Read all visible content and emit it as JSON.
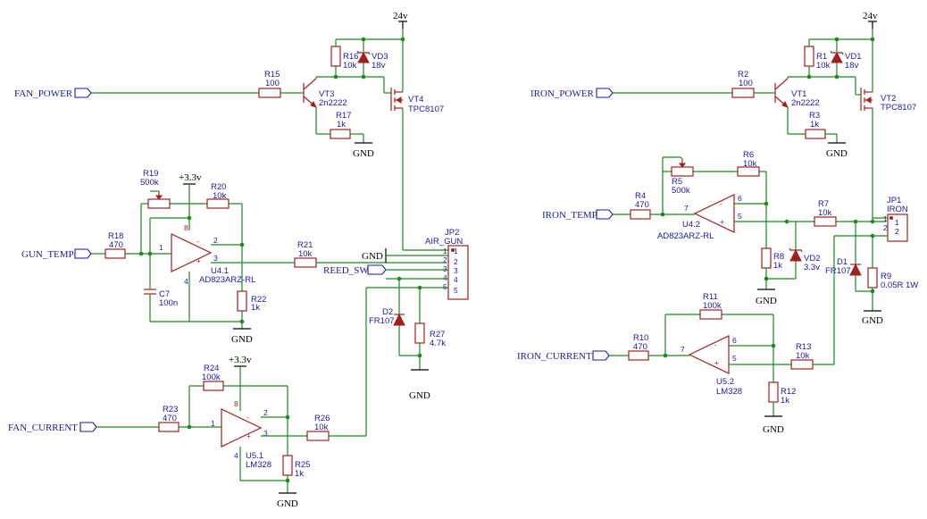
{
  "nets": {
    "fan_power": "FAN_POWER",
    "gun_temp": "GUN_TEMP",
    "fan_current": "FAN_CURRENT",
    "reed_sw": "REED_SW",
    "iron_power": "IRON_POWER",
    "iron_temp": "IRON_TEMP",
    "iron_current": "IRON_CURRENT"
  },
  "power": {
    "v24": "24v",
    "v33": "+3.3v",
    "gnd": "GND"
  },
  "parts": {
    "R15": {
      "ref": "R15",
      "value": "100"
    },
    "R16": {
      "ref": "R16",
      "value": "10k"
    },
    "VD3": {
      "ref": "VD3",
      "value": "18v"
    },
    "VT3": {
      "ref": "VT3",
      "value": "2n2222"
    },
    "VT4": {
      "ref": "VT4",
      "value": "TPC8107"
    },
    "R17": {
      "ref": "R17",
      "value": "1k"
    },
    "R19": {
      "ref": "R19",
      "value": "500k"
    },
    "R20": {
      "ref": "R20",
      "value": "10k"
    },
    "R18": {
      "ref": "R18",
      "value": "470"
    },
    "U41": {
      "ref": "U4.1",
      "value": "AD823ARZ-RL"
    },
    "C7": {
      "ref": "C7",
      "value": "100n"
    },
    "R21": {
      "ref": "R21",
      "value": "10k"
    },
    "R22": {
      "ref": "R22",
      "value": "1k"
    },
    "JP2": {
      "ref": "JP2",
      "value": "AIR_GUN"
    },
    "D2": {
      "ref": "D2",
      "value": "FR107"
    },
    "R27": {
      "ref": "R27",
      "value": "4.7k"
    },
    "R24": {
      "ref": "R24",
      "value": "100k"
    },
    "R23": {
      "ref": "R23",
      "value": "470"
    },
    "U51": {
      "ref": "U5.1",
      "value": "LM328"
    },
    "R26": {
      "ref": "R26",
      "value": "10k"
    },
    "R25": {
      "ref": "R25",
      "value": "1k"
    },
    "R2": {
      "ref": "R2",
      "value": "100"
    },
    "R1": {
      "ref": "R1",
      "value": "10k"
    },
    "VD1": {
      "ref": "VD1",
      "value": "18v"
    },
    "VT1": {
      "ref": "VT1",
      "value": "2n2222"
    },
    "VT2": {
      "ref": "VT2",
      "value": "TPC8107"
    },
    "R3": {
      "ref": "R3",
      "value": "1k"
    },
    "R6": {
      "ref": "R6",
      "value": "10k"
    },
    "R5": {
      "ref": "R5",
      "value": "500k"
    },
    "R4": {
      "ref": "R4",
      "value": "470"
    },
    "U42": {
      "ref": "U4.2",
      "value": "AD823ARZ-RL"
    },
    "R7": {
      "ref": "R7",
      "value": "10k"
    },
    "JP1": {
      "ref": "JP1",
      "value": "IRON"
    },
    "R8": {
      "ref": "R8",
      "value": "1k"
    },
    "VD2": {
      "ref": "VD2",
      "value": "3.3v"
    },
    "D1": {
      "ref": "D1",
      "value": "FR107"
    },
    "R9": {
      "ref": "R9",
      "value": "0.05R 1W"
    },
    "R11": {
      "ref": "R11",
      "value": "100k"
    },
    "R10": {
      "ref": "R10",
      "value": "470"
    },
    "U52": {
      "ref": "U5.2",
      "value": "LM328"
    },
    "R13": {
      "ref": "R13",
      "value": "10k"
    },
    "R12": {
      "ref": "R12",
      "value": "1k"
    }
  },
  "pins": {
    "p1": "1",
    "p2": "2",
    "p3": "3",
    "p4": "4",
    "p5": "5",
    "p6": "6",
    "p7": "7",
    "p8": "8",
    "minus": "-",
    "plus": "+"
  }
}
